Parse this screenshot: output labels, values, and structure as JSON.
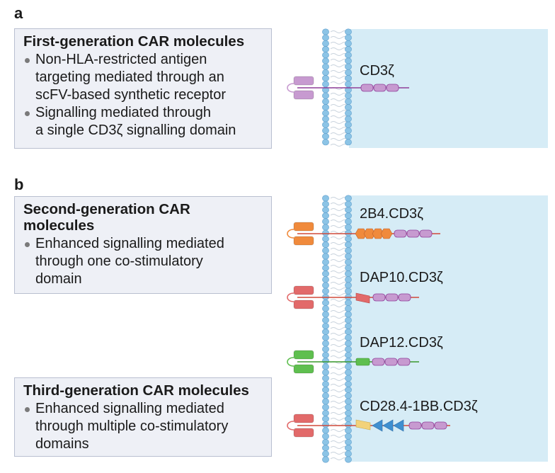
{
  "panel_a": {
    "letter": "a",
    "title": "First-generation CAR molecules",
    "bullets": [
      "Non-HLA-restricted antigen\ntargeting mediated through an\nscFV-based synthetic receptor",
      "Signalling mediated through\na single CD3ζ signalling domain"
    ],
    "construct_label": "CD3ζ"
  },
  "panel_b": {
    "letter": "b",
    "second_gen": {
      "title": "Second-generation CAR\nmolecules",
      "bullets": [
        "Enhanced signalling mediated\nthrough one co-stimulatory\ndomain"
      ]
    },
    "third_gen": {
      "title": "Third-generation CAR molecules",
      "bullets": [
        "Enhanced signalling mediated\nthrough multiple co-stimulatory\ndomains"
      ]
    },
    "construct_labels": [
      "2B4.CD3ζ",
      "DAP10.CD3ζ",
      "DAP12.CD3ζ",
      "CD28.4-1BB.CD3ζ"
    ]
  },
  "colors": {
    "cytoplasm": "#d6ecf6",
    "membrane_bead": "#8cc4e6",
    "cd3z": "#c79ad0",
    "cd3z_line": "#8f3f99",
    "2b4": "#f08a3c",
    "dap10": "#e26a6a",
    "dap12": "#5fbf4f",
    "cd28": "#e26a6a",
    "4_1bb": "#3f8fd0",
    "cd28_domain": "#f2d27a",
    "textbox_bg": "#eef0f6"
  }
}
